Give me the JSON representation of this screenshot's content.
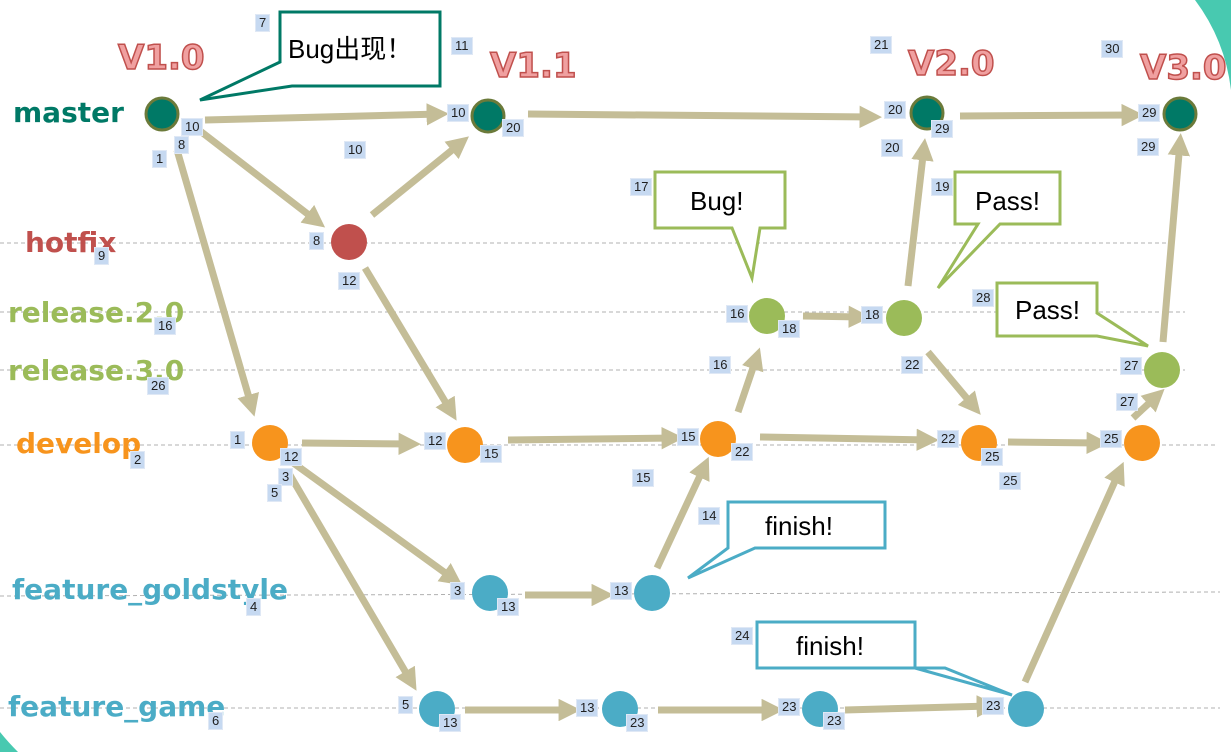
{
  "colors": {
    "master": "#007966",
    "hotfix": "#c0504d",
    "release": "#9bbb59",
    "develop": "#f7941d",
    "feature": "#4bacc6",
    "arrow": "#c4bd97",
    "version": "#c0504d"
  },
  "lanes": [
    {
      "id": "master",
      "label": "master",
      "color": "#007966"
    },
    {
      "id": "hotfix",
      "label": "hotfix",
      "color": "#c0504d"
    },
    {
      "id": "release2",
      "label": "release.2.0",
      "color": "#9bbb59"
    },
    {
      "id": "release3",
      "label": "release.3.0",
      "color": "#9bbb59"
    },
    {
      "id": "develop",
      "label": "develop",
      "color": "#f7941d"
    },
    {
      "id": "feature_goldstyle",
      "label": "feature_goldstyle",
      "color": "#4bacc6"
    },
    {
      "id": "feature_game",
      "label": "feature_game",
      "color": "#4bacc6"
    }
  ],
  "versions": [
    "V1.0",
    "V1.1",
    "V2.0",
    "V3.0"
  ],
  "callouts": [
    "Bug出现！",
    "Bug!",
    "Pass!",
    "Pass!",
    "finish!",
    "finish!"
  ],
  "step_tags": [
    "1",
    "2",
    "3",
    "4",
    "5",
    "6",
    "7",
    "8",
    "9",
    "10",
    "10",
    "10",
    "11",
    "12",
    "12",
    "12",
    "13",
    "13",
    "13",
    "13",
    "14",
    "15",
    "15",
    "15",
    "16",
    "16",
    "16",
    "17",
    "18",
    "18",
    "19",
    "20",
    "20",
    "20",
    "21",
    "22",
    "22",
    "22",
    "23",
    "23",
    "23",
    "23",
    "24",
    "25",
    "25",
    "25",
    "26",
    "27",
    "27",
    "28",
    "29",
    "29",
    "29",
    "30",
    "1",
    "8",
    "3"
  ]
}
